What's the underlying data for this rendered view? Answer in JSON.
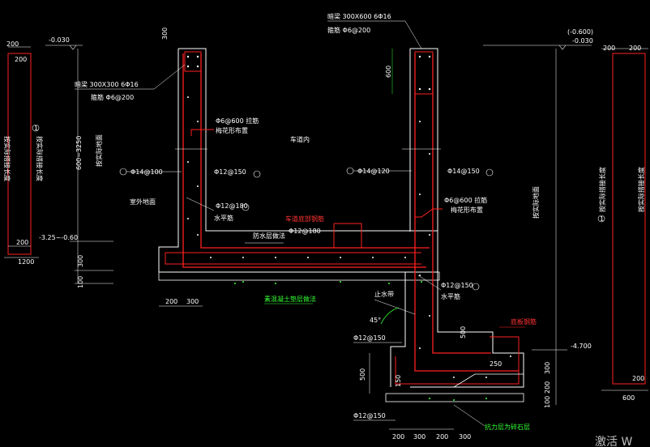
{
  "labels": {
    "zero_left": "-0.030",
    "zero_right_paren": "(-0.600)",
    "zero_right": "-0.030",
    "dim_200_tl": "200",
    "dim_200_tl2": "200",
    "dim_200_bl": "200",
    "dim_1200": "1200",
    "dim_200_tr": "200",
    "dim_200_tr2": "200",
    "dim_200_br": "200",
    "dim_600_br": "600",
    "left_vert_note1": "按实际搭接长度",
    "left_vert_note2": "按实际搭接长度",
    "circle_1": "1",
    "circle_1b": "1",
    "right_vert_note1": "按实际搭接长度",
    "right_vert_note2": "按实际搭接长度",
    "height_600_3250": "600~3250",
    "wall_depth_note": "按实际地面",
    "right_depth_note": "按实际地面",
    "lev_3250_060": "-3.25~-0.60",
    "dim_300_top": "300",
    "beam_left_1": "暗梁  300X300  6Φ16",
    "beam_left_2": "箍筋  Φ6@200",
    "beam_right_1": "暗梁  300X600  6Φ16",
    "beam_right_2": "箍筋  Φ6@200",
    "dim_600_right": "600",
    "d6_600_left": "Φ6@600  拉筋",
    "d6_600_left_b": "梅花形布置",
    "d6_600_right": "Φ6@600  拉筋",
    "d6_600_right_b": "梅花形布置",
    "car_inside": "车道内",
    "ground_out": "室外地面",
    "phi14_100": "Φ14@100",
    "phi12_150_l": "Φ12@150",
    "phi12_180": "Φ12@180",
    "shuiping_l": "水平筋",
    "phi14_120": "Φ14@120",
    "phi14_150": "Φ14@150",
    "car_bottom_rebar": "车道底部钢筋",
    "phi12_180b": "Φ12@180",
    "waterproof": "防水层做法",
    "dim_300_l": "300",
    "dim_100_l": "100",
    "dim_200_b": "200",
    "dim_300_b": "300",
    "subgrade": "素混凝土垫层做法",
    "phi12_150_r": "Φ12@150",
    "shuiping_r": "水平筋",
    "stop_water": "止水带",
    "angle_45": "45°",
    "dim_500_r": "500",
    "pit_rebar": "底板钢筋",
    "lev_4700": "-4.700",
    "phi12_150_pit": "Φ12@150",
    "dim_500_pit": "500",
    "dim_250": "250",
    "dim_150": "150",
    "dim_300_pit": "300",
    "dim_200_pit": "200",
    "dim_100_pit": "100",
    "phi12_150_bot": "Φ12@150",
    "pit_subgrade": "抗力层为碎石层",
    "dim_b200": "200",
    "dim_b300": "300",
    "dim_b200b": "200",
    "dim_b300b": "300",
    "watermark": "激活 W"
  },
  "colors": {
    "background": "#000000",
    "outline": "#ffffff",
    "rebar": "#ff2020",
    "note": "#33ff33",
    "dim": "#ffffff"
  }
}
